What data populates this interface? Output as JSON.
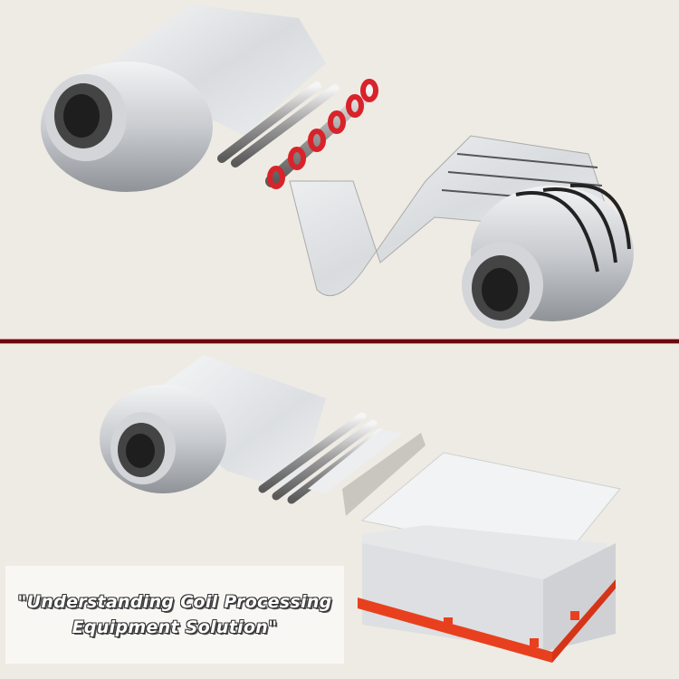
{
  "caption": {
    "line1": "\"Understanding Coil Processing",
    "line2": "Equipment Solution\""
  },
  "colors": {
    "background": "#eeebe4",
    "divider": "#6a0712",
    "accent_red": "#d8232a",
    "pallet_red": "#e8401f",
    "steel_light": "#e4e6e8",
    "steel_dark": "#3a3a3a"
  },
  "scenes": {
    "top": "slitting-line-illustration",
    "bottom": "cut-to-length-line-illustration"
  }
}
